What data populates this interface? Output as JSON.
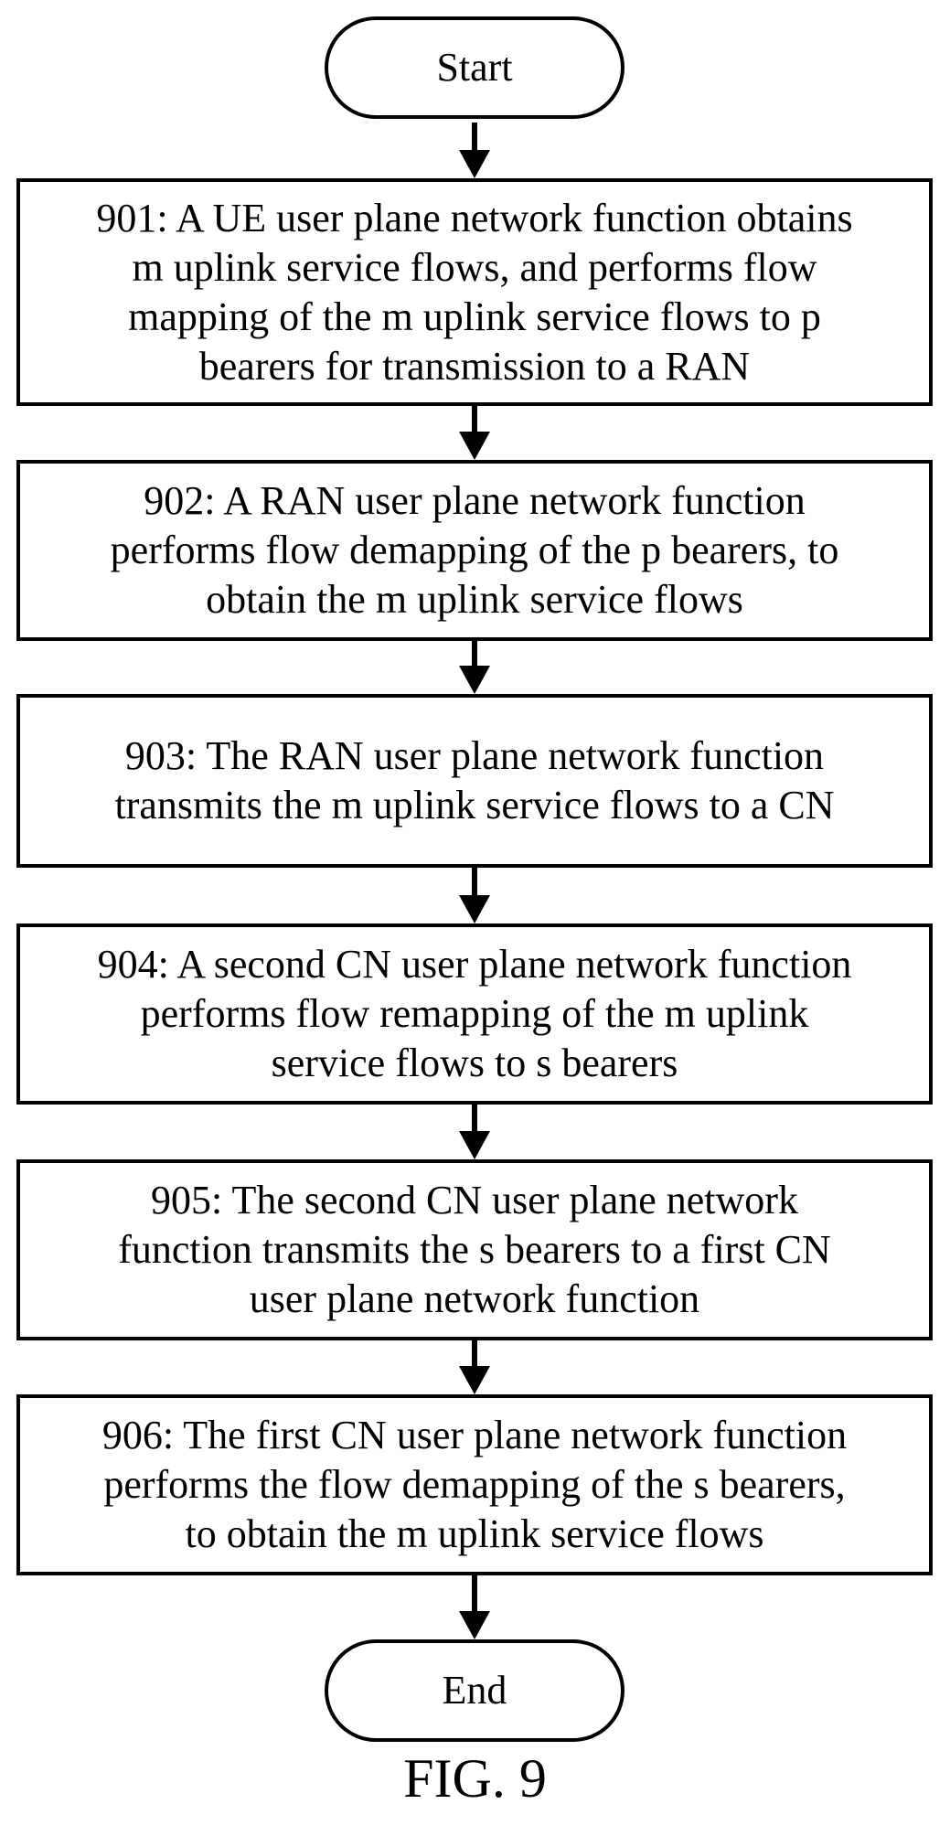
{
  "diagram": {
    "start_label": "Start",
    "end_label": "End",
    "steps": [
      {
        "id": "901",
        "lines": [
          "901: A UE user plane network function obtains",
          "m uplink service flows, and performs flow",
          "mapping of the m uplink service flows to p",
          "bearers for transmission to a RAN"
        ]
      },
      {
        "id": "902",
        "lines": [
          "902: A RAN user plane network function",
          "performs flow demapping of the p bearers, to",
          "obtain the m uplink service flows"
        ]
      },
      {
        "id": "903",
        "lines": [
          "903: The RAN user plane network function",
          "transmits the m uplink service flows to a CN"
        ]
      },
      {
        "id": "904",
        "lines": [
          "904: A second CN user plane network function",
          "performs flow remapping of the m uplink",
          "service flows to s bearers"
        ]
      },
      {
        "id": "905",
        "lines": [
          "905: The second CN user plane network",
          "function transmits the s bearers to a first CN",
          "user plane network function"
        ]
      },
      {
        "id": "906",
        "lines": [
          "906: The first CN user plane network function",
          "performs the flow demapping of the s bearers,",
          "to obtain the m uplink service flows"
        ]
      }
    ],
    "caption": "FIG. 9"
  }
}
